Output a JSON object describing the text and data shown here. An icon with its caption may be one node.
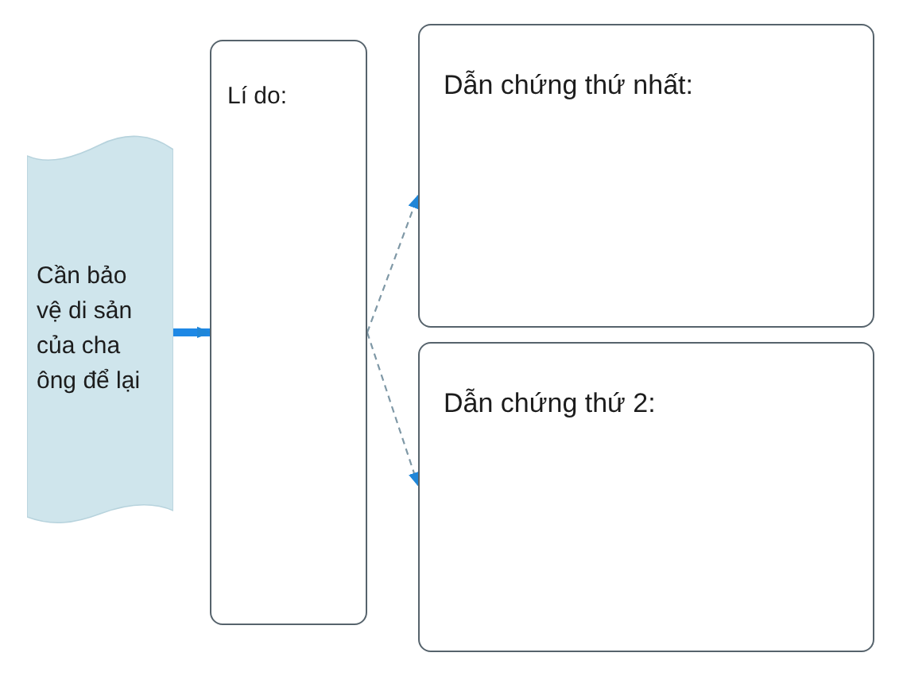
{
  "diagram": {
    "nodes": [
      {
        "text": [
          "Cần bảo vệ di sản của cha ông để lại"
        ]
      },
      {
        "text": [
          "Lí do:"
        ]
      },
      {
        "text": [
          "Dẫn chứng thứ nhất:"
        ]
      },
      {
        "text": [
          "Dẫn chứng thứ 2:"
        ]
      }
    ],
    "edges": [
      {
        "from": 0,
        "to": 1,
        "arrow": "to",
        "style": "thick",
        "color": "#1e88e5"
      },
      {
        "from": 1,
        "to": 2,
        "arrow": "to",
        "style": "dashed"
      },
      {
        "from": 1,
        "to": 3,
        "arrow": "to",
        "style": "dashed"
      }
    ]
  }
}
